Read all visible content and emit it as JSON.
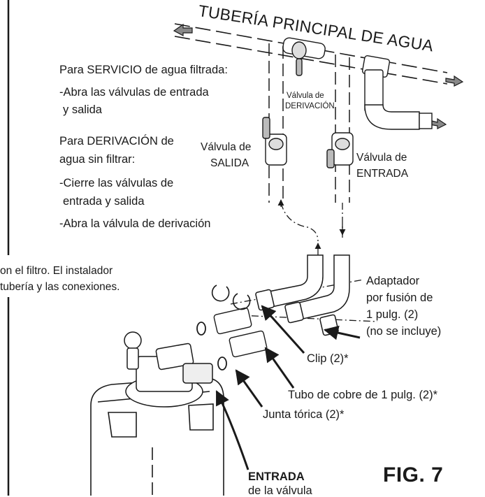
{
  "figure_label": "FIG. 7",
  "main_pipe_title": "TUBERÍA PRINCIPAL DE AGUA",
  "instructions": {
    "service_heading": "Para SERVICIO de agua filtrada:",
    "service_step_1": "-Abra las válvulas de entrada",
    "service_step_1b": "y salida",
    "bypass_heading_1": "Para DERIVACIÓN de",
    "bypass_heading_2": "agua sin filtrar:",
    "bypass_step_1": "-Cierre las válvulas de",
    "bypass_step_1b": "entrada y salida",
    "bypass_step_2": "-Abra la válvula de derivación"
  },
  "note": {
    "line_1": "on el filtro. El instalador",
    "line_2": "tubería y las conexiones."
  },
  "labels": {
    "bypass_valve_1": "Válvula de",
    "bypass_valve_2": "DERIVACIÓN",
    "outlet_valve_1": "Válvula de",
    "outlet_valve_2": "SALIDA",
    "inlet_valve_1": "Válvula de",
    "inlet_valve_2": "ENTRADA",
    "adapter_1": "Adaptador",
    "adapter_2": "por fusión de",
    "adapter_3": "1 pulg. (2)",
    "adapter_4": "(no se incluye)",
    "clip": "Clip (2)*",
    "copper_tube": "Tubo de cobre de 1 pulg. (2)*",
    "o_ring": "Junta tórica (2)*",
    "valve_inlet_1": "ENTRADA",
    "valve_inlet_2": "de la válvula"
  }
}
